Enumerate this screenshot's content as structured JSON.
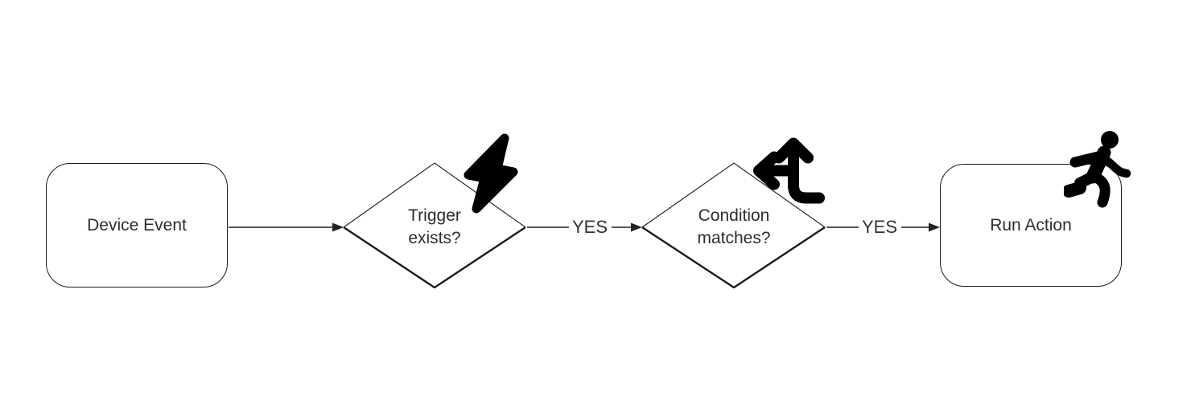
{
  "diagram": {
    "background": "#ffffff",
    "colors": {
      "shape_stroke": "#1a1a1a",
      "node_text": "#2d2d2d",
      "edge_label_text": "#333333",
      "icon": "#000000"
    },
    "nodes": [
      {
        "id": "device-event",
        "shape": "rounded-rectangle",
        "label": "Device Event",
        "icon": null
      },
      {
        "id": "trigger-exists",
        "shape": "diamond",
        "label": "Trigger exists?",
        "icon": "lightning-bolt-icon"
      },
      {
        "id": "condition-matches",
        "shape": "diamond",
        "label": "Condition matches?",
        "icon": "directions-split-icon"
      },
      {
        "id": "run-action",
        "shape": "rounded-rectangle",
        "label": "Run Action",
        "icon": "person-running-icon"
      }
    ],
    "edges": [
      {
        "from": "device-event",
        "to": "trigger-exists",
        "label": ""
      },
      {
        "from": "trigger-exists",
        "to": "condition-matches",
        "label": "YES"
      },
      {
        "from": "condition-matches",
        "to": "run-action",
        "label": "YES"
      }
    ]
  }
}
